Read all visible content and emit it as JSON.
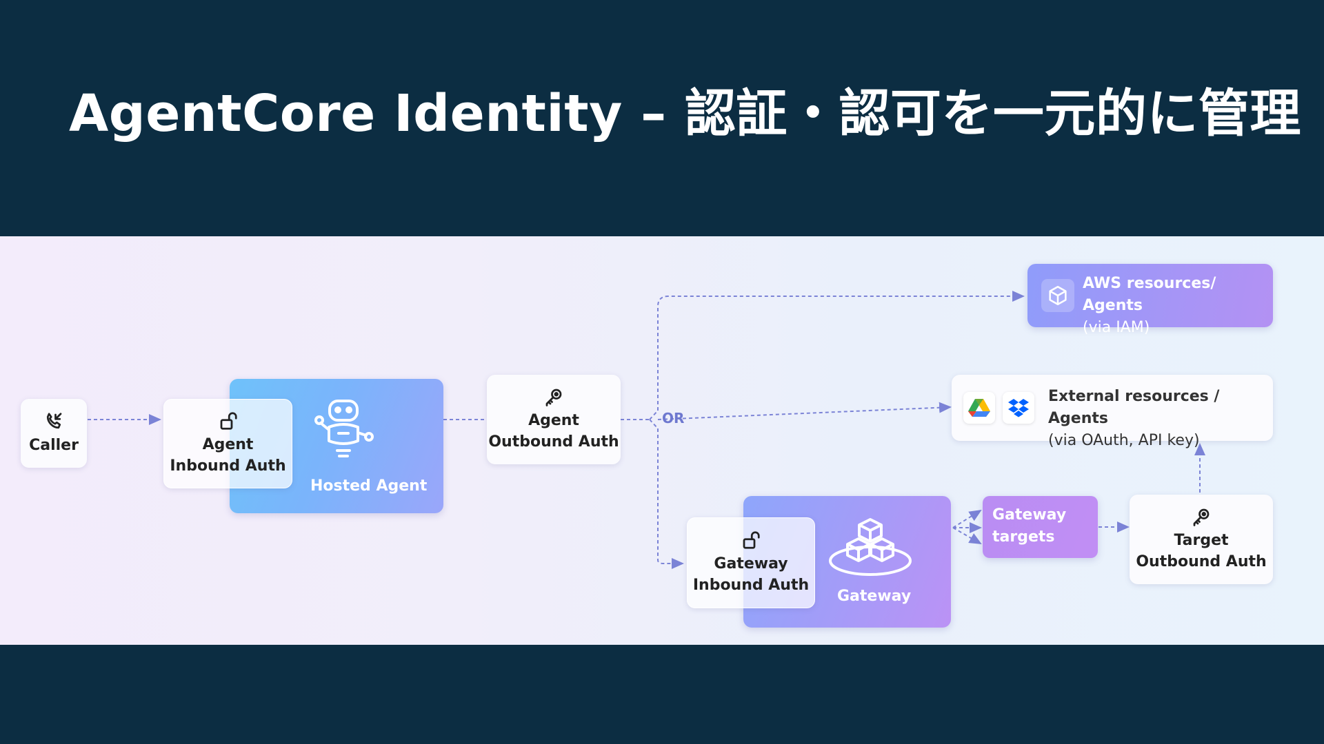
{
  "slide": {
    "title": "AgentCore Identity – 認証・認可を一元的に管理"
  },
  "diagram": {
    "caller": {
      "label": "Caller",
      "icon": "phone-icon"
    },
    "agent_inbound_auth": {
      "label_line1": "Agent",
      "label_line2": "Inbound Auth",
      "icon": "unlock-icon"
    },
    "hosted_agent": {
      "label": "Hosted Agent",
      "icon": "robot-icon"
    },
    "agent_outbound_auth": {
      "label_line1": "Agent",
      "label_line2": "Outbound Auth",
      "icon": "key-icon"
    },
    "or_label": "OR",
    "aws_resources": {
      "label_line1": "AWS resources/ Agents",
      "label_line2": "(via IAM)",
      "icon": "cube-icon"
    },
    "external_resources": {
      "label_line1": "External resources / Agents",
      "label_line2": "(via OAuth, API key)",
      "icons": [
        "google-drive-icon",
        "dropbox-icon"
      ]
    },
    "gateway_inbound_auth": {
      "label_line1": "Gateway",
      "label_line2": "Inbound Auth",
      "icon": "unlock-icon"
    },
    "gateway": {
      "label": "Gateway",
      "icon": "cubes-icon"
    },
    "gateway_targets": {
      "label_line1": "Gateway",
      "label_line2": "targets"
    },
    "target_outbound_auth": {
      "label_line1": "Target",
      "label_line2": "Outbound Auth",
      "icon": "key-icon"
    }
  },
  "colors": {
    "background": "#0c2d42",
    "connector": "#7b83d6",
    "hosted_agent_gradient": [
      "#6fc2fa",
      "#9aa6fa"
    ],
    "gateway_gradient": [
      "#8ea6fb",
      "#bb92f5"
    ]
  }
}
